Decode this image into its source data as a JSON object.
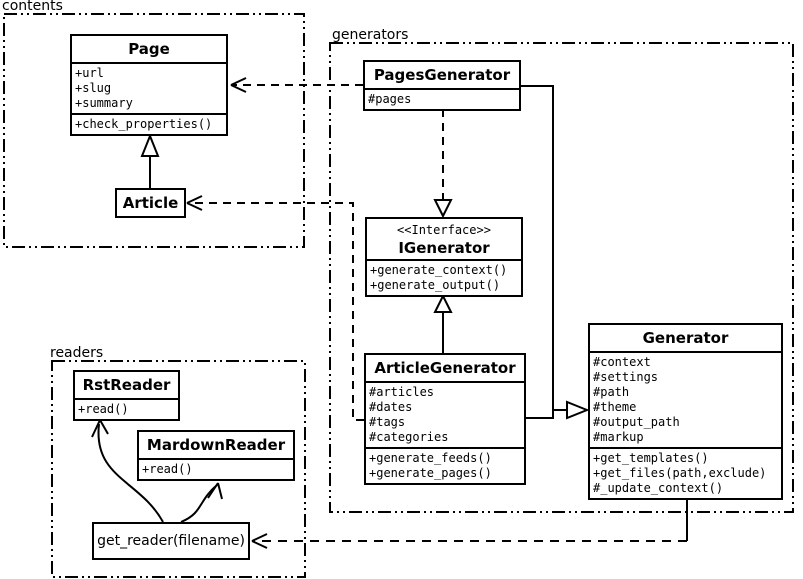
{
  "diagram_type": "uml-class-diagram",
  "colors": {
    "line": "#000000",
    "background": "#ffffff"
  },
  "packages": {
    "contents": {
      "label": "contents"
    },
    "generators": {
      "label": "generators"
    },
    "readers": {
      "label": "readers"
    }
  },
  "classes": {
    "page": {
      "name": "Page",
      "attributes": [
        "+url",
        "+slug",
        "+summary"
      ],
      "methods": [
        "+check_properties()"
      ]
    },
    "article": {
      "name": "Article"
    },
    "pages_generator": {
      "name": "PagesGenerator",
      "attributes": [
        "#pages"
      ]
    },
    "igenerator": {
      "stereotype": "<<Interface>>",
      "name": "IGenerator",
      "methods": [
        "+generate_context()",
        "+generate_output()"
      ]
    },
    "article_generator": {
      "name": "ArticleGenerator",
      "attributes": [
        "#articles",
        "#dates",
        "#tags",
        "#categories"
      ],
      "methods": [
        "+generate_feeds()",
        "+generate_pages()"
      ]
    },
    "generator": {
      "name": "Generator",
      "attributes": [
        "#context",
        "#settings",
        "#path",
        "#theme",
        "#output_path",
        "#markup"
      ],
      "methods": [
        "+get_templates()",
        "+get_files(path,exclude)",
        "#_update_context()"
      ]
    },
    "rst_reader": {
      "name": "RstReader",
      "methods": [
        "+read()"
      ]
    },
    "markdown_reader": {
      "name": "MardownReader",
      "methods": [
        "+read()"
      ]
    },
    "get_reader": {
      "label": "get_reader(filename)"
    }
  },
  "relationships": [
    {
      "from": "Article",
      "to": "Page",
      "type": "generalization"
    },
    {
      "from": "PagesGenerator",
      "to": "Page",
      "type": "dependency"
    },
    {
      "from": "ArticleGenerator",
      "to": "Article",
      "type": "dependency"
    },
    {
      "from": "PagesGenerator",
      "to": "IGenerator",
      "type": "realization"
    },
    {
      "from": "ArticleGenerator",
      "to": "IGenerator",
      "type": "generalization"
    },
    {
      "from": "PagesGenerator",
      "to": "Generator",
      "type": "generalization"
    },
    {
      "from": "ArticleGenerator",
      "to": "Generator",
      "type": "generalization"
    },
    {
      "from": "Generator",
      "to": "get_reader(filename)",
      "type": "dependency"
    },
    {
      "from": "get_reader(filename)",
      "to": "RstReader",
      "type": "association"
    },
    {
      "from": "get_reader(filename)",
      "to": "MardownReader",
      "type": "association"
    }
  ]
}
